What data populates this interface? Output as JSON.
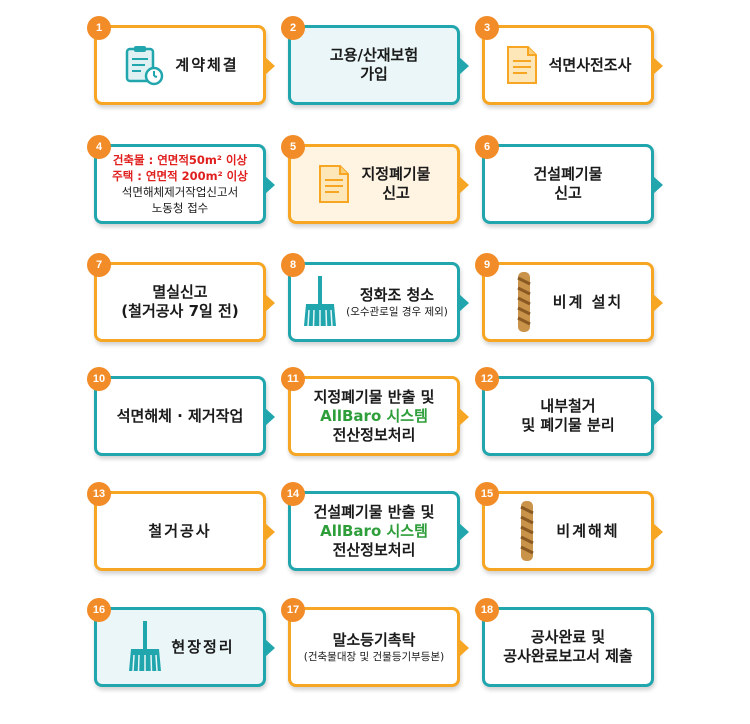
{
  "colors": {
    "orange": "#f6a623",
    "teal": "#21a6ae",
    "badge": "#f28c28",
    "green": "#2e9e3a",
    "red": "#e0201f"
  },
  "steps": [
    {
      "num": "1",
      "lines": [
        "계약체결"
      ]
    },
    {
      "num": "2",
      "lines": [
        "고용/산재보험",
        "가입"
      ]
    },
    {
      "num": "3",
      "lines": [
        "석면사전조사"
      ]
    },
    {
      "num": "4",
      "lines": [
        "건축물 : 연면적50m²  이상",
        "주택 : 연면적 200m²  이상",
        "석면해체제거작업신고서",
        "노동청 접수"
      ]
    },
    {
      "num": "5",
      "lines": [
        "지정폐기물",
        "신고"
      ]
    },
    {
      "num": "6",
      "lines": [
        "건설폐기물",
        "신고"
      ]
    },
    {
      "num": "7",
      "lines": [
        "멸실신고",
        "(철거공사 7일 전)"
      ]
    },
    {
      "num": "8",
      "lines": [
        "정화조 청소",
        "(오수관로일 경우 제외)"
      ]
    },
    {
      "num": "9",
      "lines": [
        "비계 설치"
      ]
    },
    {
      "num": "10",
      "lines": [
        "석면해체 · 제거작업"
      ]
    },
    {
      "num": "11",
      "lines": [
        "지정폐기물 반출 및",
        "AllBaro 시스템",
        "전산정보처리"
      ]
    },
    {
      "num": "12",
      "lines": [
        "내부철거",
        "및 폐기물 분리"
      ]
    },
    {
      "num": "13",
      "lines": [
        "철거공사"
      ]
    },
    {
      "num": "14",
      "lines": [
        "건설폐기물 반출 및",
        "AllBaro 시스템",
        "전산정보처리"
      ]
    },
    {
      "num": "15",
      "lines": [
        "비계해체"
      ]
    },
    {
      "num": "16",
      "lines": [
        "현장정리"
      ]
    },
    {
      "num": "17",
      "lines": [
        "말소등기촉탁",
        "(건축물대장 및 건물등기부등본)"
      ]
    },
    {
      "num": "18",
      "lines": [
        "공사완료 및",
        "공사완료보고서 제출"
      ]
    }
  ]
}
